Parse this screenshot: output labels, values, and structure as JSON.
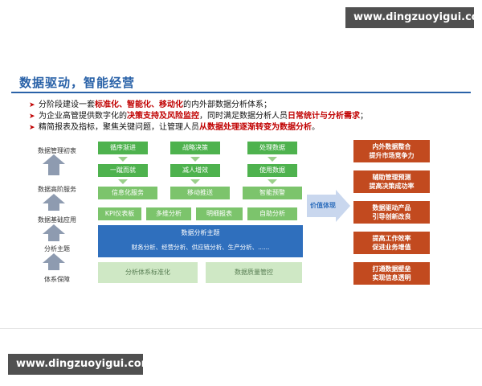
{
  "watermark": {
    "top": "www.dingzuoyigui.com",
    "bottom": "www.dingzuoyigui.com"
  },
  "slide": {
    "title": "数据驱动，智能经营",
    "bullets": [
      {
        "parts": [
          {
            "t": "分阶段建设一套",
            "h": false
          },
          {
            "t": "标准化、智能化、移动化",
            "h": true
          },
          {
            "t": "的内外部数据分析体系；",
            "h": false
          }
        ]
      },
      {
        "parts": [
          {
            "t": "为企业高管提供数字化的",
            "h": false
          },
          {
            "t": "决策支持及风险监控",
            "h": true
          },
          {
            "t": "，同时满足数据分析人员",
            "h": false
          },
          {
            "t": "日常统计与分析需求",
            "h": true
          },
          {
            "t": "；",
            "h": false
          }
        ]
      },
      {
        "parts": [
          {
            "t": "精简报表及指标，聚焦关键问题，让管理人员",
            "h": false
          },
          {
            "t": "从数据处理逐渐转变为数据分析",
            "h": true
          },
          {
            "t": "。",
            "h": false
          }
        ]
      }
    ],
    "left_labels": [
      "数据管理初衷",
      "数据高阶服务",
      "数据基础应用",
      "分析主题",
      "体系保障"
    ],
    "row1": [
      "循序渐进",
      "战略决策",
      "处理数据"
    ],
    "row2": [
      "一蹴而就",
      "减人增效",
      "使用数据"
    ],
    "row3": [
      "信息化服务",
      "移动推送",
      "智能预警"
    ],
    "row4": [
      "KPI仪表板",
      "多维分析",
      "明细报表",
      "自助分析"
    ],
    "analysis_theme": "数据分析主题",
    "analysis_list": "财务分析、经营分析、供应链分析、生产分析、......",
    "bottom_row": [
      "分析体系标准化",
      "数据质量管控"
    ],
    "value_label": "价值体现",
    "outcomes": [
      [
        "内外数据整合",
        "提升市场竞争力"
      ],
      [
        "辅助管理预测",
        "提高决策成功率"
      ],
      [
        "数据驱动产品",
        "引导创新改良"
      ],
      [
        "提高工作效率",
        "促进业务增值"
      ],
      [
        "打通数据壁垒",
        "实现信息透明"
      ]
    ],
    "colors": {
      "title_blue": "#2a62a8",
      "highlight_red": "#c00000",
      "outcome_orange": "#c24a1f",
      "band_blue": "#2f6fbd",
      "green": "#4eb24e"
    }
  }
}
